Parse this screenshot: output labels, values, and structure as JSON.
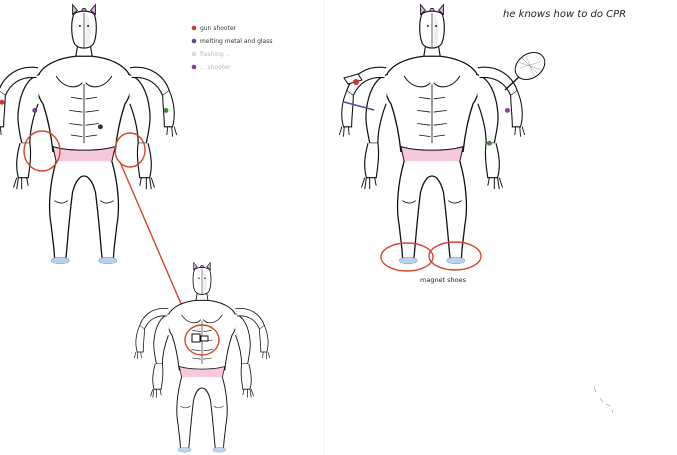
{
  "legend": {
    "items": [
      {
        "label": "gun shooter",
        "color": "#d0342c"
      },
      {
        "label": "melting metal and glass",
        "color": "#6a3fa0"
      },
      {
        "label": "flashing ..",
        "color": "#d9d9d9"
      },
      {
        "label": "... shooter",
        "color": "#8b3aa8"
      }
    ]
  },
  "captions": {
    "cpr": "he knows how to do CPR",
    "magnet_shoes": "magnet shoes"
  },
  "colors": {
    "line": "#111111",
    "skin": "#ffffff",
    "underwear": "#f6c8dc",
    "bow": "#d9a6e6",
    "shoe": "#bcd3ee",
    "red": "#d6452d"
  }
}
